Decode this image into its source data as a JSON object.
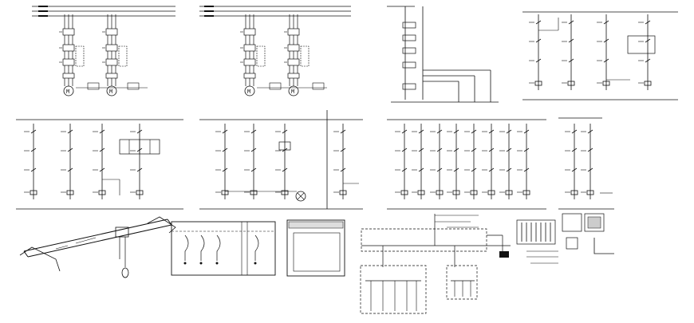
{
  "drawing": {
    "line_color": "#111111",
    "background": "#ffffff",
    "label_color": "#222222"
  },
  "motor_labels": [
    "M",
    "M",
    "M",
    "M"
  ],
  "icons": [
    "crane-icon",
    "panel-elevation-icon",
    "cabinet-icon",
    "enclosure-icon"
  ]
}
